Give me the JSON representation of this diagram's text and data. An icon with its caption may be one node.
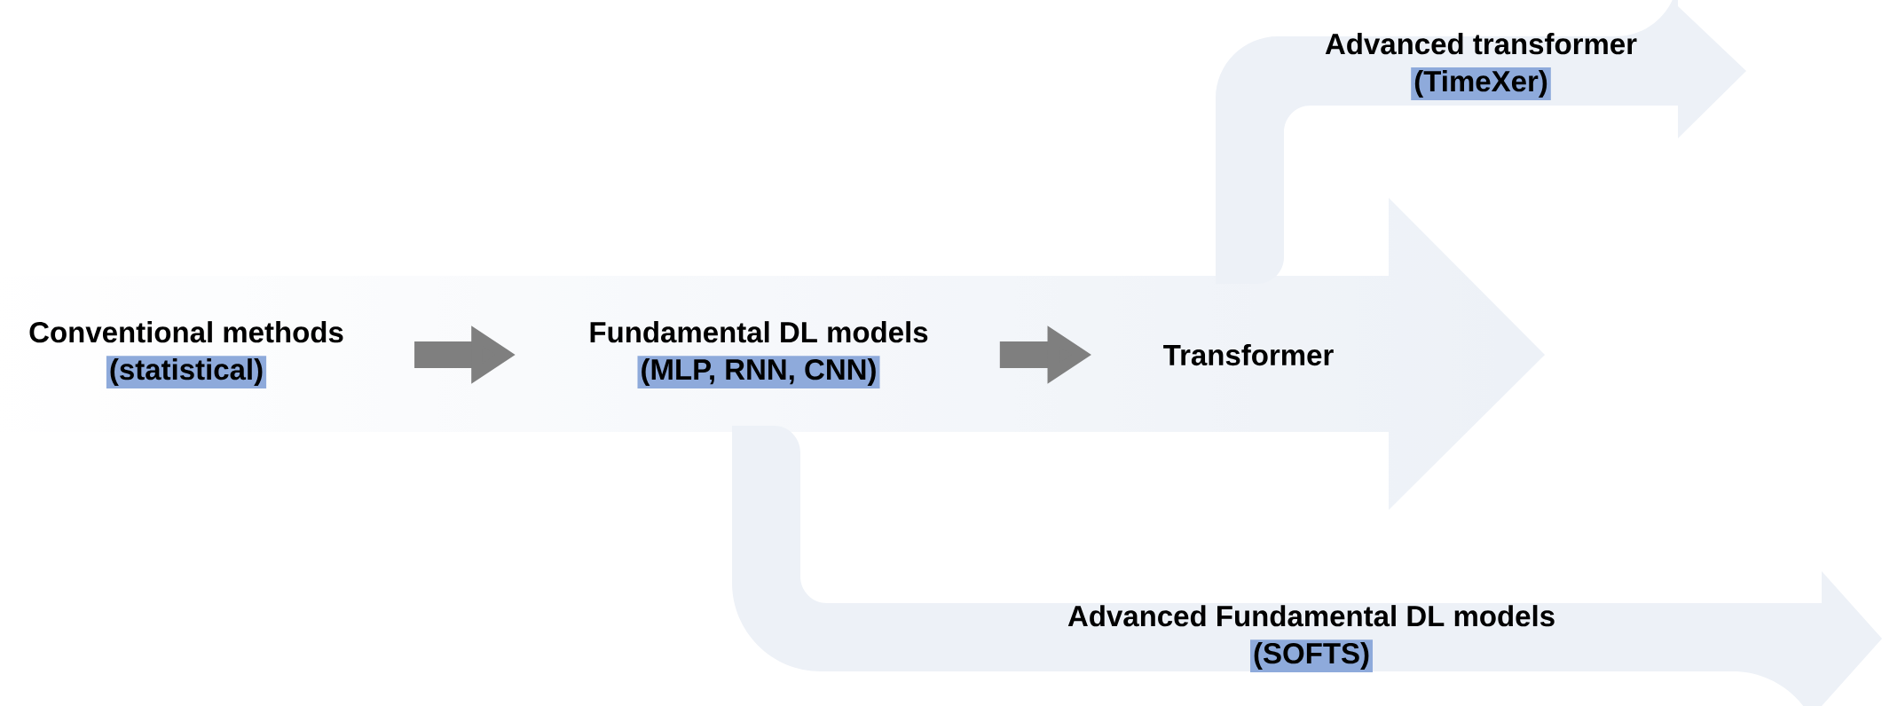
{
  "diagram": {
    "nodes": [
      {
        "text": [
          "Conventional methods",
          "(statistical)"
        ]
      },
      {
        "text": [
          "Fundamental DL models",
          "(MLP, RNN, CNN)"
        ]
      },
      {
        "text": [
          "Transformer"
        ]
      },
      {
        "text": [
          "Advanced transformer",
          "(TimeXer)"
        ]
      },
      {
        "text": [
          "Advanced Fundamental DL models",
          "(SOFTS)"
        ]
      }
    ],
    "edges": [
      {
        "from": 0,
        "to": 1,
        "arrow": "to"
      },
      {
        "from": 1,
        "to": 2,
        "arrow": "to"
      }
    ]
  }
}
